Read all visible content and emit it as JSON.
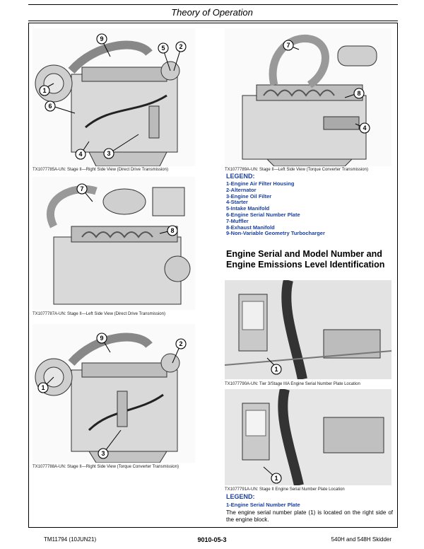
{
  "header": {
    "title": "Theory of Operation"
  },
  "figures": [
    {
      "caption": "TX1077785A-UN: Stage II—Right Side View (Direct Drive Transmission)",
      "callouts": [
        "1",
        "2",
        "3",
        "4",
        "5",
        "6",
        "9"
      ]
    },
    {
      "caption": "TX1077789A-UN: Stage II—Left Side View (Torque Converter Transmission)",
      "callouts": [
        "7",
        "8",
        "4"
      ]
    },
    {
      "caption": "TX1077787A-UN: Stage II—Left Side View (Direct Drive Transmission)",
      "callouts": [
        "7",
        "8"
      ]
    },
    {
      "caption": "TX1077788A-UN: Stage II—Right Side View (Torque Converter Transmission)",
      "callouts": [
        "9",
        "2",
        "1",
        "3"
      ]
    },
    {
      "caption": "TX1077790A-UN: Tier 3/Stage IIIA Engine Serial Number Plate Location",
      "callouts": [
        "1"
      ]
    },
    {
      "caption": "TX1077791A-UN: Stage II Engine Serial Number Plate Location",
      "callouts": [
        "1"
      ]
    }
  ],
  "legend": {
    "title": "LEGEND:",
    "items": [
      "1-Engine Air Filter Housing",
      "2-Alternator",
      "3-Engine Oil Filter",
      "4-Starter",
      "5-Intake Manifold",
      "6-Engine Serial Number Plate",
      "7-Muffler",
      "8-Exhaust Manifold",
      "9-Non-Variable Geometry Turbocharger"
    ]
  },
  "section": {
    "title": "Engine Serial and Model Number and Engine Emissions Level Identification"
  },
  "legend2": {
    "title": "LEGEND:",
    "item": "1-Engine Serial Number Plate"
  },
  "body_text": "The engine serial number plate (1) is located on the right side of the engine block.",
  "footer": {
    "left": "TM11794 (10JUN21)",
    "center": "9010-05-3",
    "right": "540H and 548H Skidder"
  }
}
